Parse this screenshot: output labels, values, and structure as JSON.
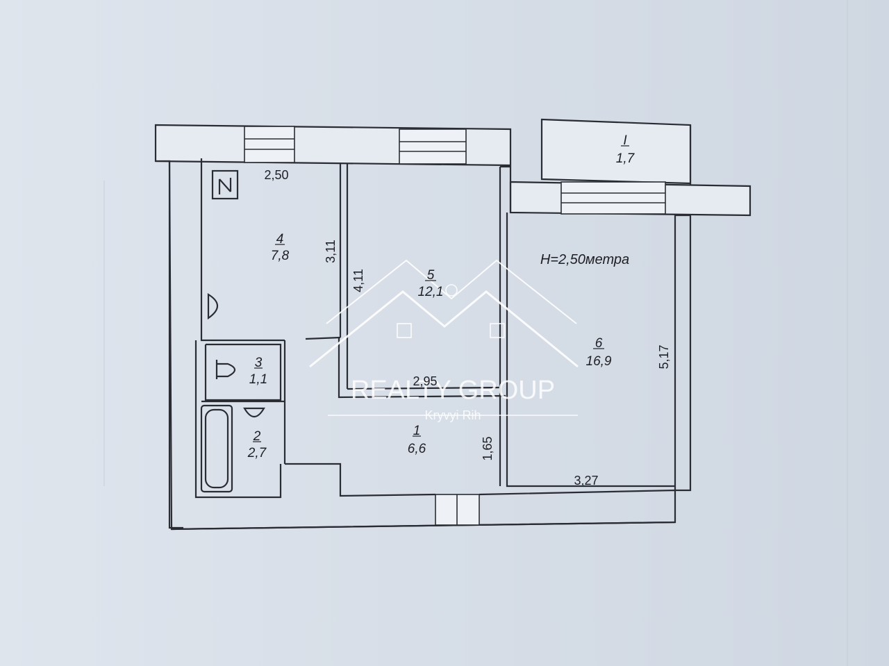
{
  "plan": {
    "ceiling_height": "H=2,50метра",
    "rooms": [
      {
        "id": "room-1",
        "number": "1",
        "area": "6,6"
      },
      {
        "id": "room-2",
        "number": "2",
        "area": "2,7"
      },
      {
        "id": "room-3",
        "number": "3",
        "area": "1,1"
      },
      {
        "id": "room-4",
        "number": "4",
        "area": "7,8"
      },
      {
        "id": "room-5",
        "number": "5",
        "area": "12,1"
      },
      {
        "id": "room-6",
        "number": "6",
        "area": "16,9"
      },
      {
        "id": "balcony",
        "number": "I",
        "area": "1,7"
      }
    ],
    "dimensions": {
      "kitchen_width": "2,50",
      "kitchen_length": "3,11",
      "room5_length": "4,11",
      "room5_width": "2,95",
      "hall_width": "1,65",
      "room6_length": "5,17",
      "room6_width": "3,27"
    }
  },
  "watermark": {
    "brand": "REALTY GROUP",
    "city": "Kryvyi Rih"
  }
}
